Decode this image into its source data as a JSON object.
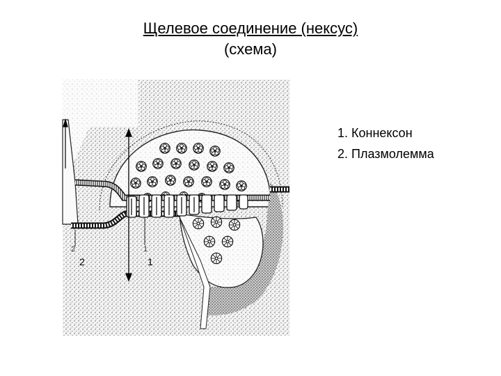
{
  "title": {
    "line1": "Щелевое соединение (нексус) ",
    "line2": "(схема)"
  },
  "legend": {
    "items": [
      {
        "label": "1. Коннексон"
      },
      {
        "label": "2. Плазмолемма"
      }
    ]
  },
  "figure": {
    "labels": {
      "left_small": "2",
      "right_small": "1",
      "left": "2",
      "right": "1"
    }
  }
}
